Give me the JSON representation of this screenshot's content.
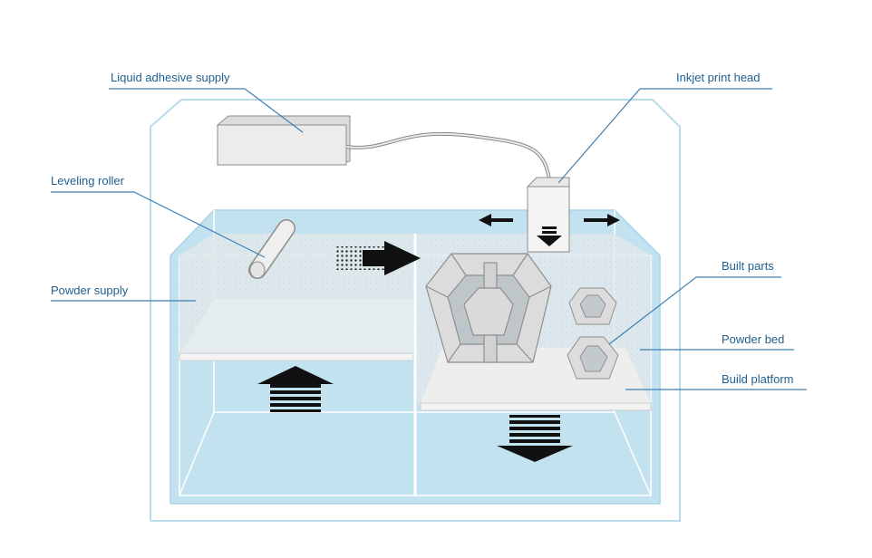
{
  "labels": {
    "liquid_adhesive_supply": "Liquid adhesive supply",
    "inkjet_print_head": "Inkjet print head",
    "leveling_roller": "Leveling roller",
    "powder_supply": "Powder supply",
    "built_parts": "Built parts",
    "powder_bed": "Powder bed",
    "build_platform": "Build platform"
  },
  "colors": {
    "outline": "#b9dcec",
    "tank_fill": "#bfe0ee",
    "powder": "#e4ebed",
    "platform": "#f1f1ef",
    "arrow": "#111111",
    "leader": "#3f7fb0",
    "label_text": "#1f5f8f"
  }
}
